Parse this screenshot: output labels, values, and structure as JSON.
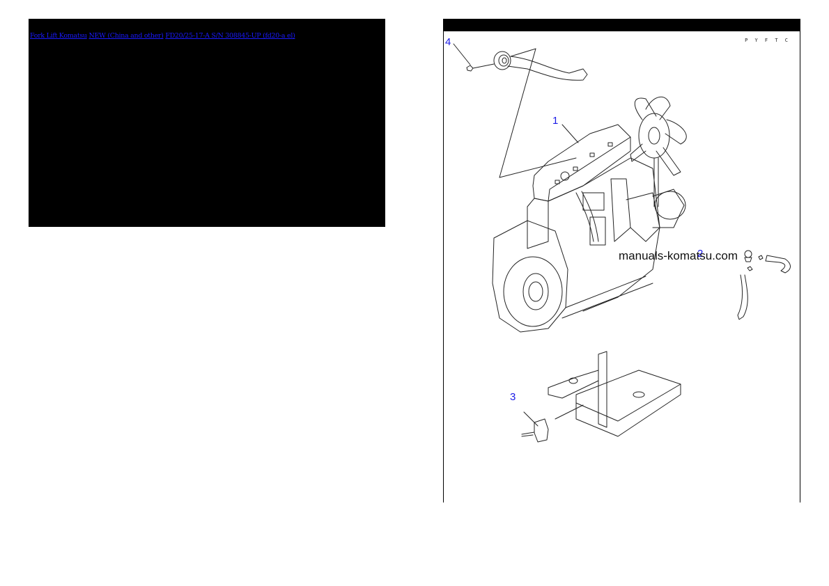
{
  "left_panel": {
    "breadcrumb": [
      {
        "label": "Fork Lift Komatsu"
      },
      {
        "label": "NEW (China and other)"
      },
      {
        "label": "FD20/25-17-A S/N 308845-UP (fd20-a el)"
      }
    ]
  },
  "right_panel": {
    "code_label": "P Y F T C",
    "watermark": "manuals-komatsu.com",
    "callouts": [
      {
        "number": "1",
        "part": "engine assembly"
      },
      {
        "number": "2",
        "part": "hose / breather assembly"
      },
      {
        "number": "3",
        "part": "bracket clamp"
      },
      {
        "number": "4",
        "part": "filler pipe and hose"
      }
    ]
  },
  "colors": {
    "panel_bg": "#000000",
    "link": "#1a1aff",
    "callout": "#1a1ae6",
    "page_bg": "#ffffff"
  }
}
